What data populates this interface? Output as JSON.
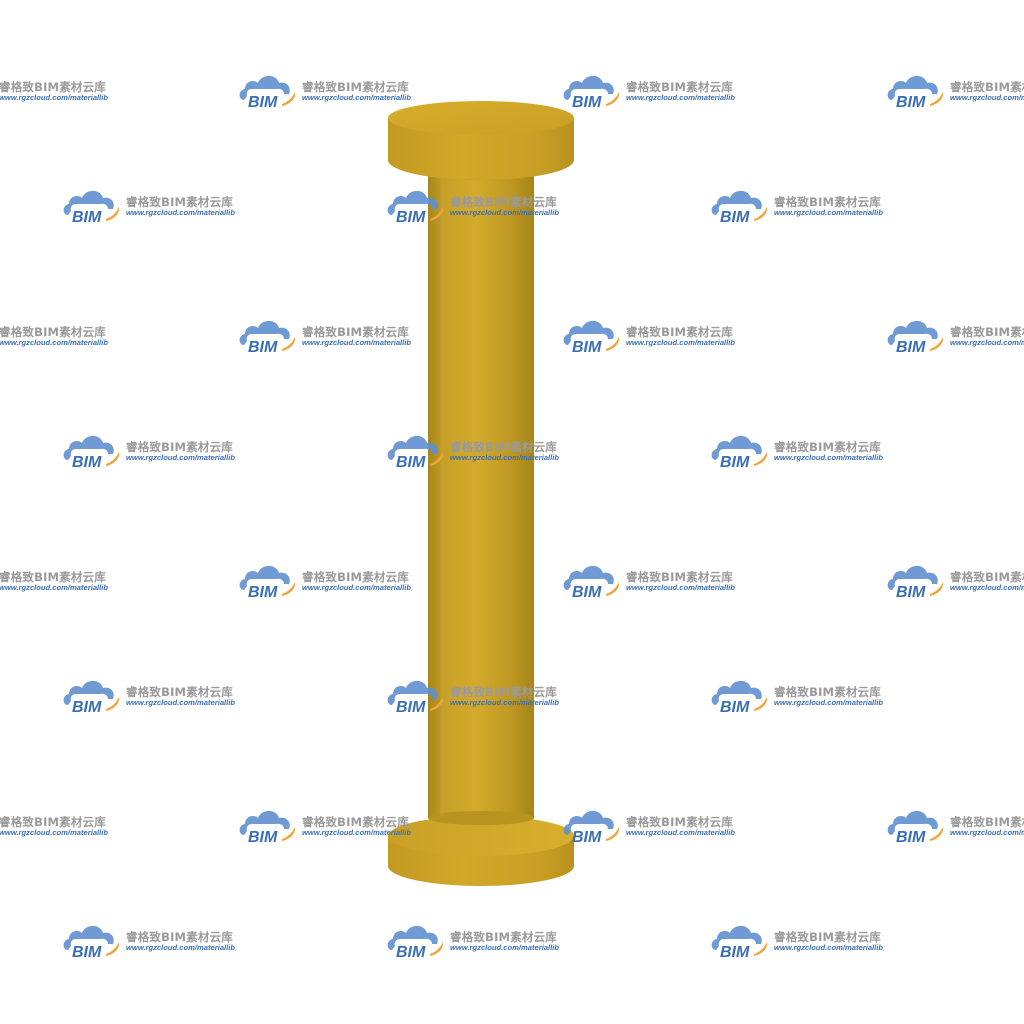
{
  "watermark": {
    "logo_text": "BIM",
    "title": "睿格致BIM素材云库",
    "url": "www.rgzcloud.com/materiallib",
    "logo_icon": "cloud-icon",
    "colors": {
      "cloud": "#5f8fcf",
      "logo_text": "#3a6fb5",
      "swoosh": "#f0a53c",
      "title": "#9a9a9a"
    }
  },
  "model": {
    "subject": "cylindrical column with flanged ends",
    "colors": {
      "base": "#c9a127",
      "light": "#ddb22a",
      "dark": "#9c7b16",
      "edge": "#8a6c10"
    }
  }
}
